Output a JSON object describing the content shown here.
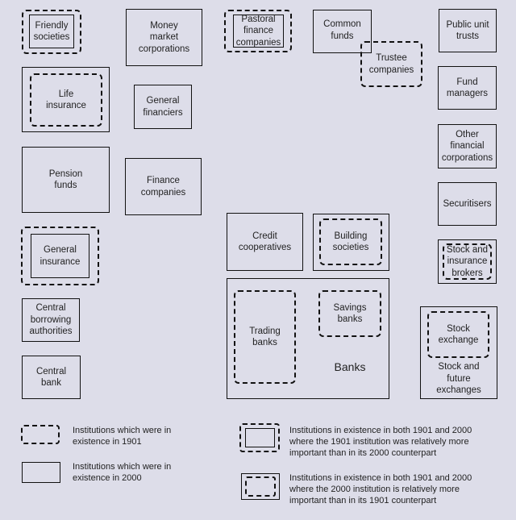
{
  "institutions": {
    "friendly_societies": "Friendly\nsocieties",
    "money_market_corporations": "Money\nmarket\ncorporations",
    "pastoral_finance_companies": "Pastoral\nfinance\ncompanies",
    "common_funds": "Common\nfunds",
    "trustee_companies": "Trustee\ncompanies",
    "public_unit_trusts": "Public unit\ntrusts",
    "life_insurance": "Life\ninsurance",
    "general_financiers": "General\nfinanciers",
    "fund_managers": "Fund\nmanagers",
    "other_financial_corporations": "Other\nfinancial\ncorporations",
    "pension_funds": "Pension\nfunds",
    "finance_companies": "Finance\ncompanies",
    "securitisers": "Securitisers",
    "credit_cooperatives": "Credit\ncooperatives",
    "building_societies": "Building\nsocieties",
    "general_insurance": "General\ninsurance",
    "stock_and_insurance_brokers": "Stock and\ninsurance\nbrokers",
    "central_borrowing_authorities": "Central\nborrowing\nauthorities",
    "trading_banks": "Trading\nbanks",
    "savings_banks": "Savings\nbanks",
    "banks": "Banks",
    "stock_exchange": "Stock\nexchange",
    "stock_and_future_exchanges": "Stock and\nfuture\nexchanges",
    "central_bank": "Central\nbank"
  },
  "legend": {
    "existed_1901": "Institutions which were in\nexistence in 1901",
    "existed_2000": "Institutions which were in\nexistence in 2000",
    "more_important_1901": "Institutions in existence in both 1901 and 2000\nwhere the 1901 institution was relatively more\nimportant than in its 2000 counterpart",
    "more_important_2000": "Institutions in existence in both 1901 and 2000\nwhere the 2000 institution is relatively more\nimportant than in its 1901 counterpart"
  }
}
